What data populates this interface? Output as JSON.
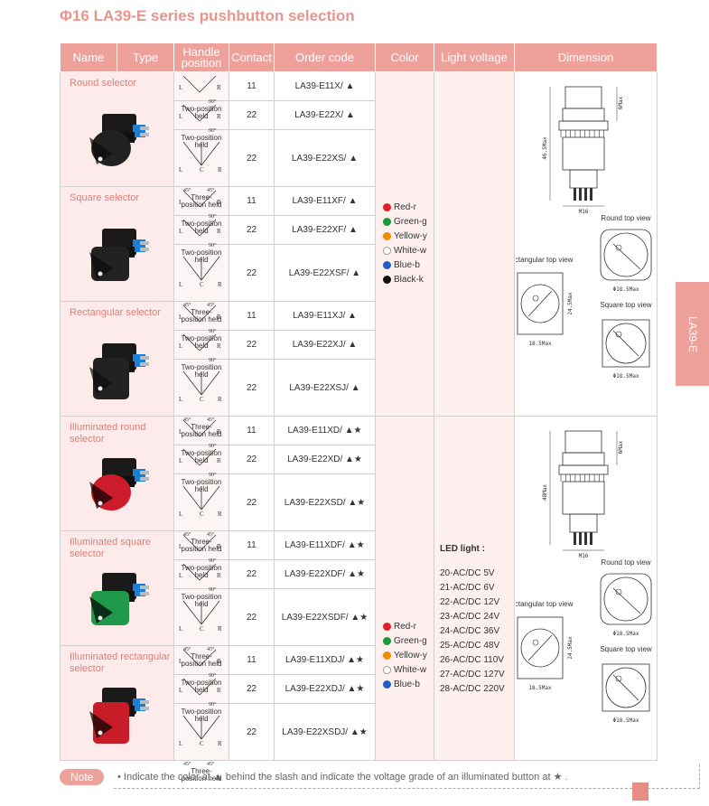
{
  "page": {
    "title": "Φ16 LA39-E series pushbutton selection",
    "side_tab": "LA39-E"
  },
  "table": {
    "headers": {
      "name": "Name",
      "type": "Type",
      "handle": "Handle position",
      "contact": "Contact",
      "order": "Order code",
      "color": "Color",
      "light": "Light voltage",
      "dimension": "Dimension"
    },
    "handle_labels": {
      "two_l": "L",
      "two_r": "R",
      "two_angle": "90°",
      "two_caption_1": "Two-position",
      "two_caption_2": "held",
      "three_l": "L",
      "three_c": "C",
      "three_r": "R",
      "three_angle_l": "45°",
      "three_angle_r": "45°",
      "three_caption_1": "Three-",
      "three_caption_2": "position held"
    },
    "groups": [
      {
        "name": "Round selector",
        "rows": [
          {
            "contact": "11",
            "code": "LA39-E11X/ ▲"
          },
          {
            "contact": "22",
            "code": "LA39-E22X/ ▲"
          },
          {
            "contact": "22",
            "code": "LA39-E22XS/ ▲"
          }
        ]
      },
      {
        "name": "Square selector",
        "rows": [
          {
            "contact": "11",
            "code": "LA39-E11XF/ ▲"
          },
          {
            "contact": "22",
            "code": "LA39-E22XF/ ▲"
          },
          {
            "contact": "22",
            "code": "LA39-E22XSF/ ▲"
          }
        ]
      },
      {
        "name": "Rectangular selector",
        "rows": [
          {
            "contact": "11",
            "code": "LA39-E11XJ/ ▲"
          },
          {
            "contact": "22",
            "code": "LA39-E22XJ/ ▲"
          },
          {
            "contact": "22",
            "code": "LA39-E22XSJ/ ▲"
          }
        ]
      },
      {
        "name": "Illuminated round selector",
        "rows": [
          {
            "contact": "11",
            "code": "LA39-E11XD/ ▲★"
          },
          {
            "contact": "22",
            "code": "LA39-E22XD/ ▲★"
          },
          {
            "contact": "22",
            "code": "LA39-E22XSD/ ▲★"
          }
        ]
      },
      {
        "name": "Illuminated square selector",
        "rows": [
          {
            "contact": "11",
            "code": "LA39-E11XDF/ ▲★"
          },
          {
            "contact": "22",
            "code": "LA39-E22XDF/ ▲★"
          },
          {
            "contact": "22",
            "code": "LA39-E22XSDF/ ▲★"
          }
        ]
      },
      {
        "name": "Illuminated rectangular selector",
        "rows": [
          {
            "contact": "11",
            "code": "LA39-E11XDJ/ ▲★"
          },
          {
            "contact": "22",
            "code": "LA39-E22XDJ/ ▲★"
          },
          {
            "contact": "22",
            "code": "LA39-E22XSDJ/ ▲★"
          }
        ]
      }
    ],
    "colors_plain": [
      {
        "label": "Red-r",
        "color": "#e02020"
      },
      {
        "label": "Green-g",
        "color": "#1a9a3a"
      },
      {
        "label": "Yellow-y",
        "color": "#f08a00"
      },
      {
        "label": "White-w",
        "color": "#ffffff"
      },
      {
        "label": "Blue-b",
        "color": "#1f5fc8"
      },
      {
        "label": "Black-k",
        "color": "#111111"
      }
    ],
    "colors_illum": [
      {
        "label": "Red-r",
        "color": "#e02020"
      },
      {
        "label": "Green-g",
        "color": "#1a9a3a"
      },
      {
        "label": "Yellow-y",
        "color": "#f08a00"
      },
      {
        "label": "White-w",
        "color": "#ffffff"
      },
      {
        "label": "Blue-b",
        "color": "#1f5fc8"
      }
    ],
    "led_title": "LED light :",
    "voltages": [
      "20-AC/DC 5V",
      "21-AC/DC 6V",
      "22-AC/DC 12V",
      "23-AC/DC 24V",
      "24-AC/DC 36V",
      "25-AC/DC 48V",
      "26-AC/DC 110V",
      "27-AC/DC 127V",
      "28-AC/DC 220V"
    ]
  },
  "dimensions": {
    "top": {
      "height": "46.5Max",
      "cap": "6Max",
      "width": "M16",
      "rect_label": "Rectangular top view",
      "rect_w": "18.5Max",
      "rect_h": "24.5Max",
      "round_label": "Round top view",
      "round_d": "Φ18.5Max",
      "square_label": "Square top view",
      "square_w": "Φ18.5Max"
    },
    "bottom": {
      "height": "48Max",
      "cap": "6Max",
      "width": "M16",
      "rect_label": "Rectangular top view",
      "rect_w": "18.5Max",
      "rect_h": "24.5Max",
      "round_label": "Round top view",
      "round_d": "Φ18.5Max",
      "square_label": "Square top view",
      "square_w": "Φ18.5Max"
    }
  },
  "note": {
    "badge": "Note",
    "text": "Indicate the color at ▲ behind the slash and indicate the voltage grade of an illuminated button at ★ ."
  },
  "theme": {
    "accent": "#eea19b",
    "title_color": "#e8958d"
  }
}
